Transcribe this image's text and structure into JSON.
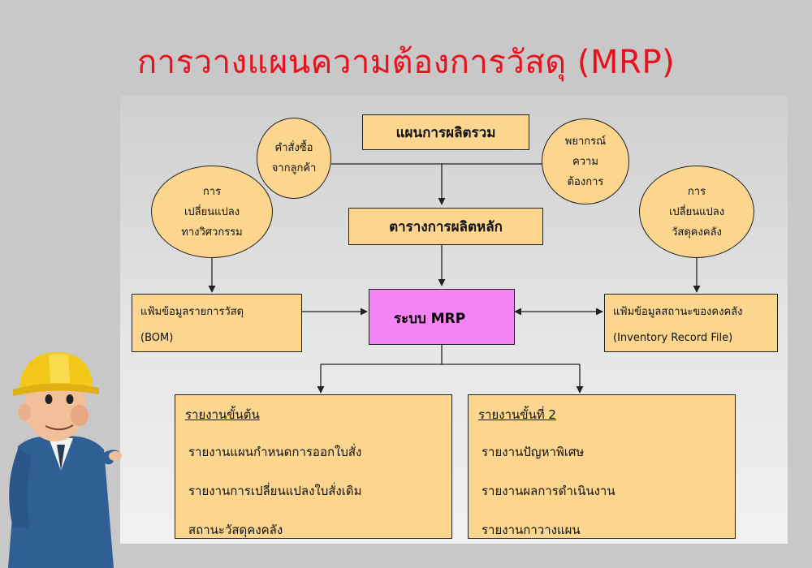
{
  "title": "การวางแผนความต้องการวัสดุ (MRP)",
  "nodes": {
    "master_plan": "แผนการผลิตรวม",
    "customer_order": [
      "คำสั่งซื้อ",
      "จากลูกค้า"
    ],
    "forecast": [
      "พยากรณ์",
      "ความ",
      "ต้องการ"
    ],
    "engineering_change": [
      "การ",
      "เปลี่ยนแปลง",
      "ทางวิศวกรรม"
    ],
    "inventory_change": [
      "การ",
      "เปลี่ยนแปลง",
      "วัสดุคงคลัง"
    ],
    "master_schedule": "ตารางการผลิตหลัก",
    "mrp_system": "ระบบ MRP",
    "bom_file": [
      "แฟ้มข้อมูลรายการวัสดุ",
      "(BOM)"
    ],
    "inventory_file": [
      "แฟ้มข้อมูลสถานะของคงคลัง",
      "(Inventory Record File)"
    ]
  },
  "reports": {
    "primary": {
      "heading": "รายงานขั้นต้น",
      "items": [
        "รายงานแผนกำหนดการออกใบสั่ง",
        "รายงานการเปลี่ยนแปลงใบสั่งเดิม",
        "สถานะวัสดุคงคลัง"
      ]
    },
    "secondary": {
      "heading": "รายงานขั้นที่ 2",
      "items": [
        "รายงานปัญหาพิเศษ",
        "รายงานผลการดำเนินงาน",
        "รายงานกาวางแผน"
      ]
    }
  }
}
